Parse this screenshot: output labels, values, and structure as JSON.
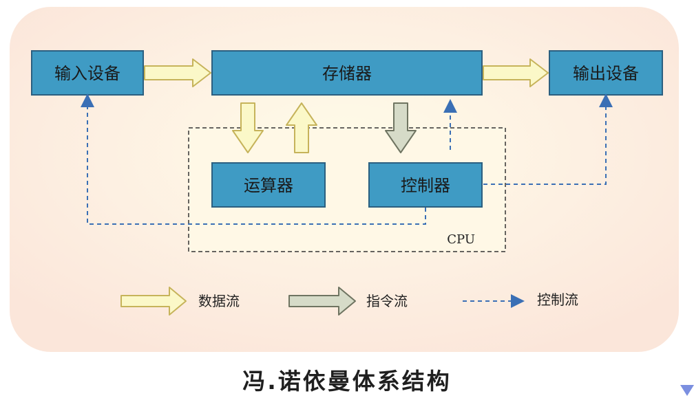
{
  "diagram": {
    "title": "",
    "nodes": {
      "input_device": "输入设备",
      "memory": "存储器",
      "output_device": "输出设备",
      "alu": "运算器",
      "controller": "控制器"
    },
    "cpu_label": "CPU",
    "legend": {
      "data_flow": "数据流",
      "instruction_flow": "指令流",
      "control_flow": "控制流"
    },
    "colors": {
      "node_fill": "#3f9bc4",
      "node_border": "#2b5f80",
      "data_arrow_fill": "#fbf8c8",
      "data_arrow_stroke": "#c6b35a",
      "instruction_arrow_fill": "#d6dbc8",
      "instruction_arrow_stroke": "#6f7461",
      "control_line": "#3a6fb5",
      "background_panel": "#fbe8dd",
      "cpu_region": "#fff6e0"
    }
  },
  "caption": "冯.诺依曼体系结构"
}
